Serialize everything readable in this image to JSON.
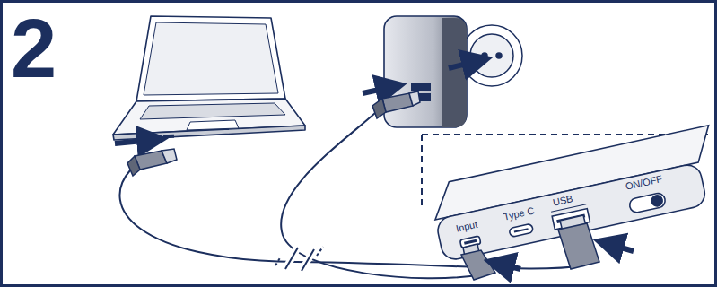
{
  "diagram": {
    "labels": [
      "2",
      "Input",
      "Type C",
      "USB",
      "ON/OFF"
    ]
  }
}
